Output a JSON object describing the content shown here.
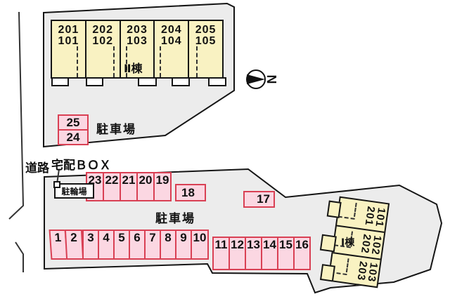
{
  "site": {
    "road_label": "道路",
    "delivery_box_label": "宅配ＢＯＸ",
    "bicycle_parking_label": "駐輪場",
    "parking_area_upper_label": "駐車場",
    "parking_area_lower_label": "駐車場"
  },
  "compass": {
    "letter": "N"
  },
  "building2": {
    "name": "Ⅱ棟",
    "units": [
      {
        "upper": "201",
        "lower": "101"
      },
      {
        "upper": "202",
        "lower": "102"
      },
      {
        "upper": "203",
        "lower": "103"
      },
      {
        "upper": "204",
        "lower": "104"
      },
      {
        "upper": "205",
        "lower": "105"
      }
    ]
  },
  "building1": {
    "name": "Ⅰ棟",
    "units": [
      {
        "upper": "201",
        "lower": "101"
      },
      {
        "upper": "202",
        "lower": "102"
      },
      {
        "upper": "203",
        "lower": "103"
      }
    ]
  },
  "parking": {
    "stack_25_24": [
      "25",
      "24"
    ],
    "row_23_19": [
      "23",
      "22",
      "21",
      "20",
      "19"
    ],
    "spot_18": "18",
    "spot_17": "17",
    "row_1_10": [
      "1",
      "2",
      "3",
      "4",
      "5",
      "6",
      "7",
      "8",
      "9",
      "10"
    ],
    "row_11_16": [
      "11",
      "12",
      "13",
      "14",
      "15",
      "16"
    ]
  },
  "colors": {
    "site_fill": "#ececec",
    "building_fill": "#f9f2c2",
    "parking_fill": "#fbd7e2",
    "parking_border": "#d94054"
  }
}
